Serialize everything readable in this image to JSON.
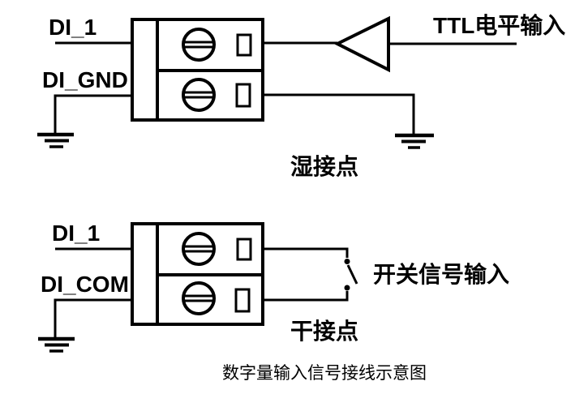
{
  "figure": {
    "caption": "数字量输入信号接线示意图",
    "colors": {
      "line": "#000000",
      "background": "#ffffff"
    },
    "wet_contact_circuit": {
      "terminal_1_label": "DI_1",
      "terminal_2_label": "DI_GND",
      "signal_source_label": "TTL电平输入",
      "contact_type": "湿接点"
    },
    "dry_contact_circuit": {
      "terminal_1_label": "DI_1",
      "terminal_2_label": "DI_COM",
      "signal_source_label": "开关信号输入",
      "contact_type": "干接点"
    }
  }
}
